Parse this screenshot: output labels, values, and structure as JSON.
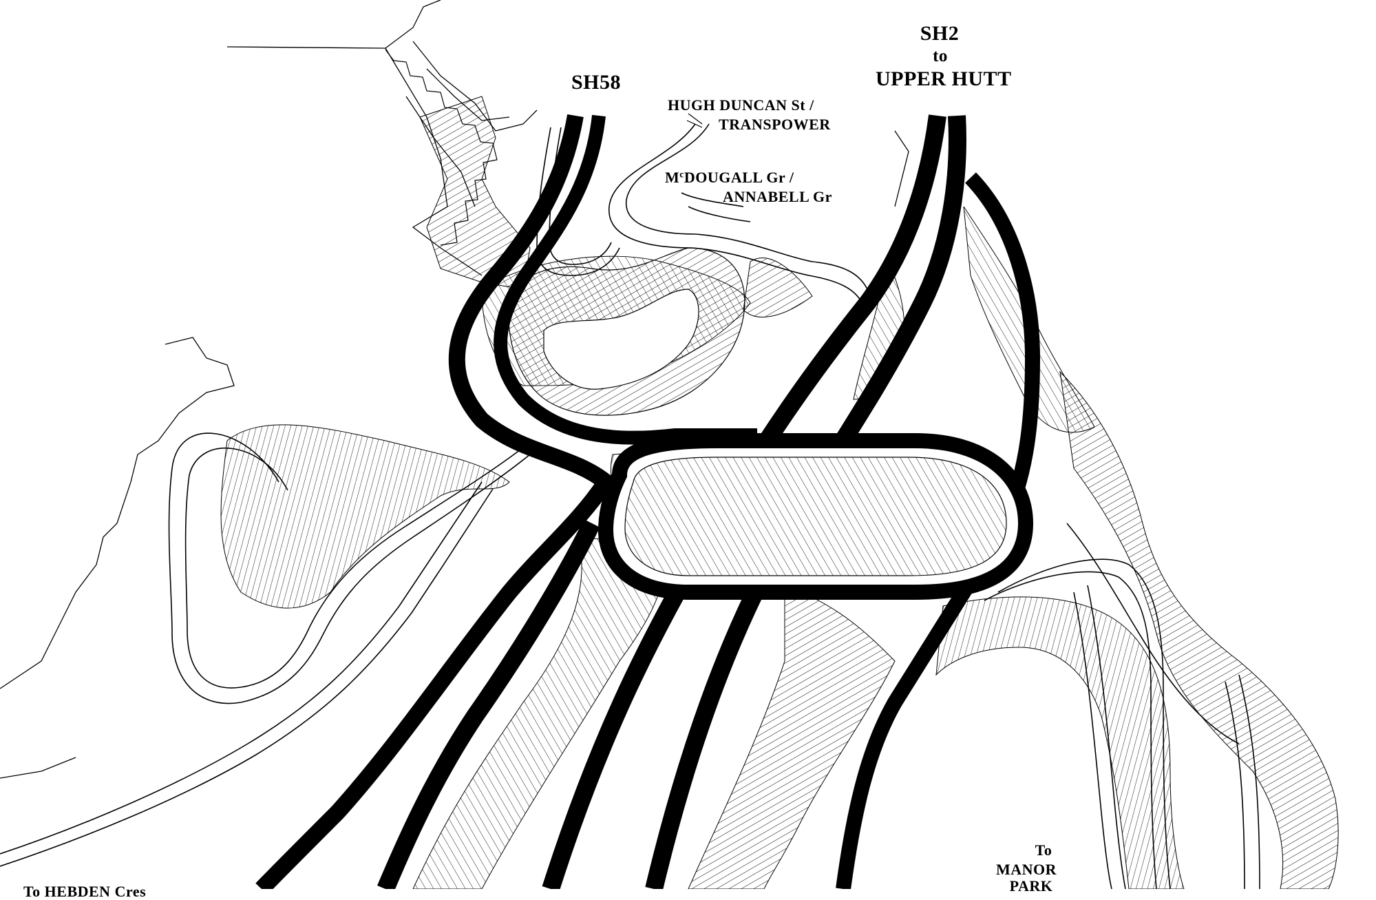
{
  "labels": {
    "sh58": "SH58",
    "sh2": "SH2",
    "sh2_to": "to",
    "upper_hutt": "UPPER HUTT",
    "hugh_duncan": "HUGH DUNCAN St /",
    "transpower": "TRANSPOWER",
    "mcdougall_prefix": "M",
    "mcdougall_sup": "c",
    "mcdougall_rest": "DOUGALL Gr /",
    "annabell": "ANNABELL Gr",
    "to_manor": "To",
    "manor": "MANOR",
    "park": "PARK",
    "hebden": "To HEBDEN Cres"
  },
  "colors": {
    "road": "#000000",
    "line": "#000000",
    "background": "#ffffff"
  }
}
